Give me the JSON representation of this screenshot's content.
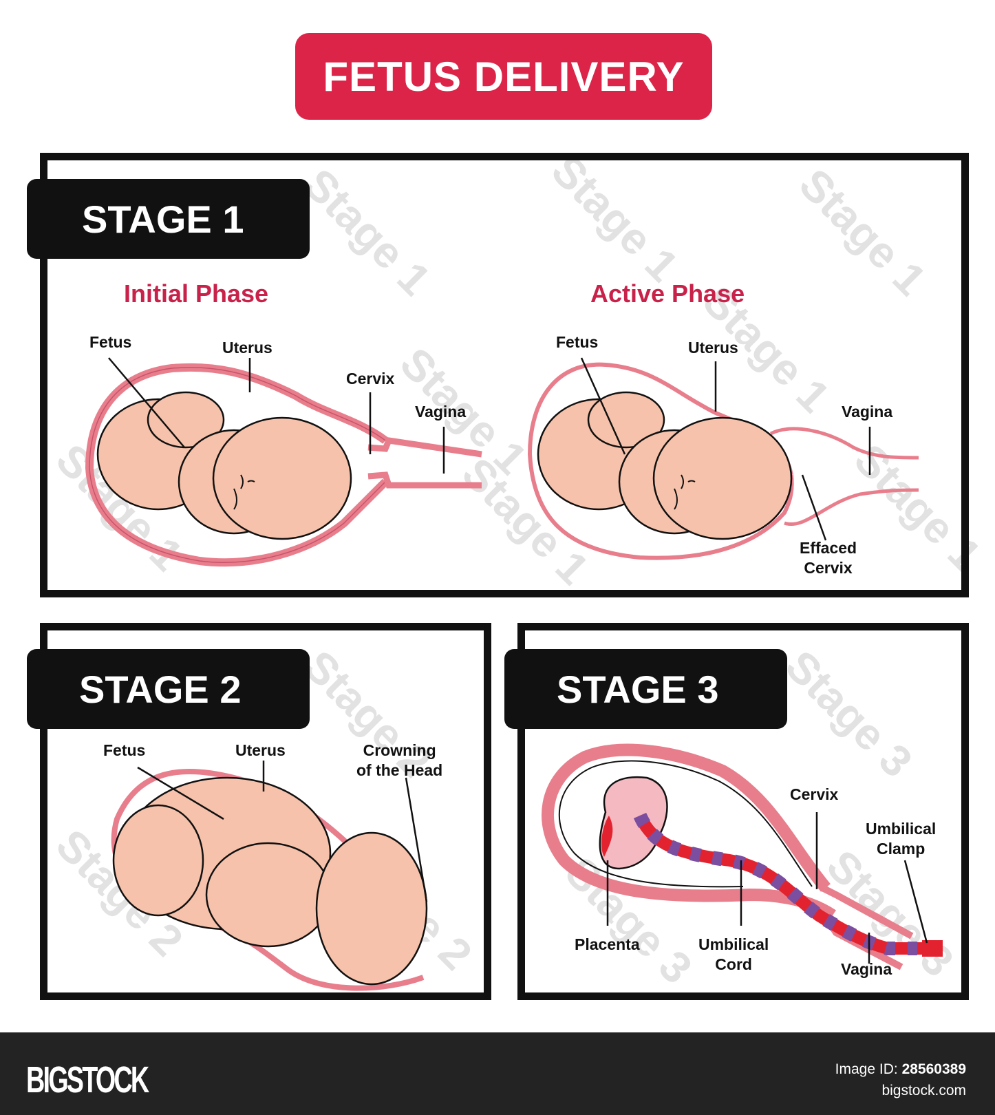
{
  "title": "FETUS DELIVERY",
  "colors": {
    "title_badge": "#dc2449",
    "phase_heading": "#c8224a",
    "uterus": "#e87e8c",
    "fetus_skin": "#f6c2ab",
    "placenta": "#f4b9c1",
    "cord_red": "#e2232f",
    "cord_purple": "#7b4ea0",
    "panel_border": "#111111",
    "footer_bg": "#232323"
  },
  "stage1": {
    "tab_label": "STAGE 1",
    "watermark_text": "Stage 1",
    "initial_phase": {
      "heading": "Initial Phase",
      "labels": {
        "fetus": "Fetus",
        "uterus": "Uterus",
        "cervix": "Cervix",
        "vagina": "Vagina"
      }
    },
    "active_phase": {
      "heading": "Active Phase",
      "labels": {
        "fetus": "Fetus",
        "uterus": "Uterus",
        "vagina": "Vagina",
        "effaced_cervix_1": "Effaced",
        "effaced_cervix_2": "Cervix"
      }
    }
  },
  "stage2": {
    "tab_label": "STAGE 2",
    "watermark_text": "Stage 2",
    "labels": {
      "fetus": "Fetus",
      "uterus": "Uterus",
      "crowning_1": "Crowning",
      "crowning_2": "of the Head"
    }
  },
  "stage3": {
    "tab_label": "STAGE 3",
    "watermark_text": "Stage 3",
    "labels": {
      "cervix": "Cervix",
      "umbilical_clamp_1": "Umbilical",
      "umbilical_clamp_2": "Clamp",
      "placenta": "Placenta",
      "umbilical_cord_1": "Umbilical",
      "umbilical_cord_2": "Cord",
      "vagina": "Vagina"
    }
  },
  "footer": {
    "logo": "BIGSTOCK",
    "image_id_label": "Image ID:",
    "image_id": "28560389",
    "site": "bigstock.com"
  }
}
